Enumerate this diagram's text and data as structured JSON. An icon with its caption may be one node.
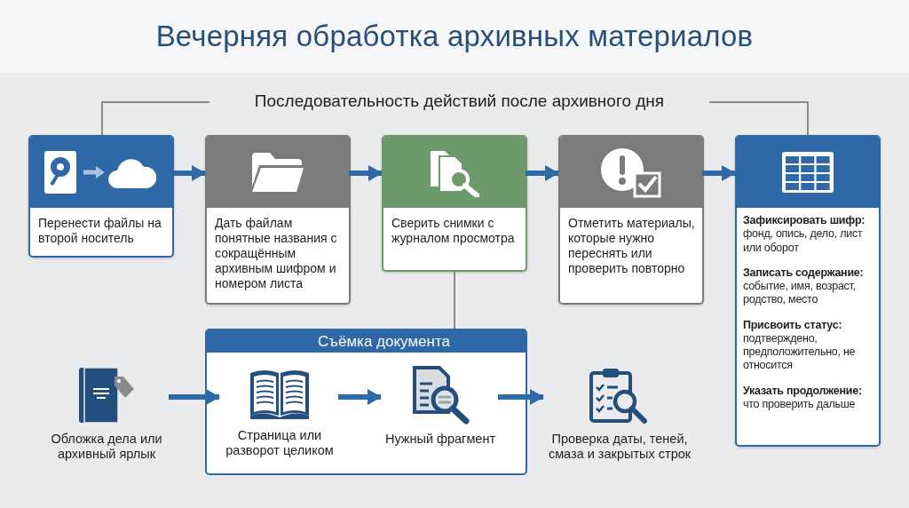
{
  "diagram": {
    "title": "Вечерняя обработка архивных материалов",
    "nodes": [
      {
        "text": [
          "Перенести файлы на второй носитель"
        ]
      },
      {
        "text": [
          "Дать файлам понятные названия с сокращённым архивным шифром и номером листа"
        ]
      },
      {
        "text": [
          "Сверить снимки с журналом просмотра"
        ]
      },
      {
        "text": [
          "Отметить материалы, которые нужно переснять или проверить повторно"
        ]
      },
      {
        "text": [
          "**Зафиксировать шифр:** фонд, опись, дело, лист или оборот",
          "**Записать содержание:** событие, имя, возраст, родство, место",
          "**Присвоить статус:** подтверждено, предположительно, не относится",
          "**Указать продолжение:** что проверить дальше"
        ]
      },
      {
        "text": [
          "Съёмка документа"
        ]
      },
      {
        "text": [
          "Обложка дела или архивный ярлык"
        ]
      },
      {
        "text": [
          "Страница или разворот целиком"
        ],
        "in": 5
      },
      {
        "text": [
          "Нужный фрагмент"
        ],
        "in": 5
      },
      {
        "text": [
          "Проверка даты, теней, смаза и закрытых строк"
        ]
      }
    ],
    "edges": [
      {
        "from": 0,
        "to": 1,
        "arrow": "to"
      },
      {
        "from": 1,
        "to": 2,
        "arrow": "to"
      },
      {
        "from": 2,
        "to": 3,
        "arrow": "to"
      },
      {
        "from": 3,
        "to": 4,
        "arrow": "to"
      },
      {
        "from": 2,
        "to": 5,
        "arrow": "none",
        "color": "#8a8a8a"
      },
      {
        "from": 6,
        "to": 7,
        "arrow": "to"
      },
      {
        "from": 7,
        "to": 8,
        "arrow": "to"
      },
      {
        "from": 8,
        "to": 9,
        "arrow": "to"
      }
    ],
    "labels": [
      "Последовательность действий после архивного дня"
    ]
  }
}
